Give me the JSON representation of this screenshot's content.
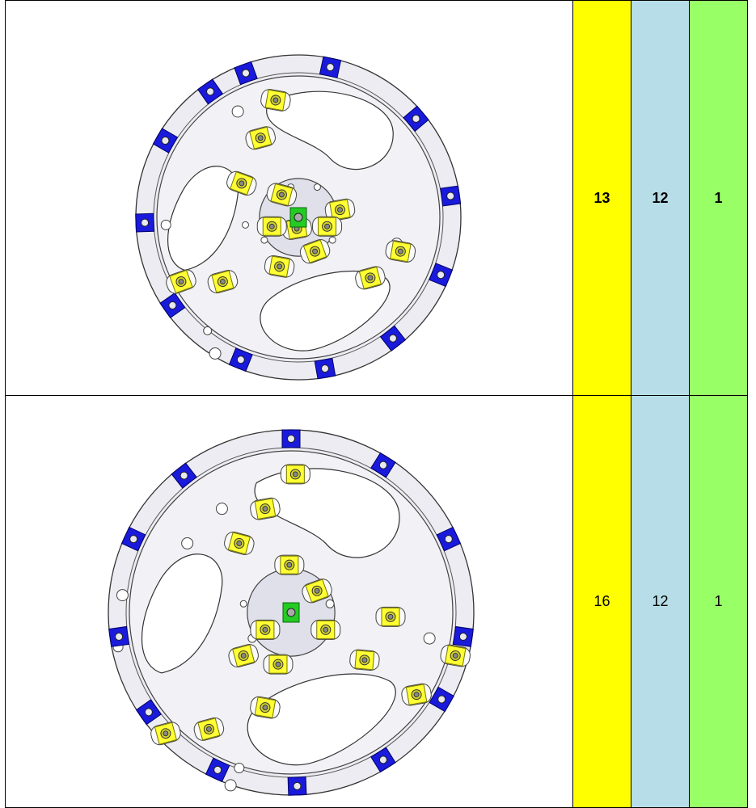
{
  "rows": [
    {
      "title": "14.400R",
      "values": [
        "13",
        "12",
        "1"
      ],
      "values_bold": true
    },
    {
      "title": "14.450R",
      "values": [
        "16",
        "12",
        "1"
      ],
      "values_bold": false
    }
  ],
  "colors": {
    "yellow": "#ffff00",
    "light_blue": "#b7dee8",
    "green": "#99ff66",
    "clamp_yellow": "#ffff33",
    "pad_blue": "#1a1adc",
    "locator_green": "#22cc22"
  }
}
